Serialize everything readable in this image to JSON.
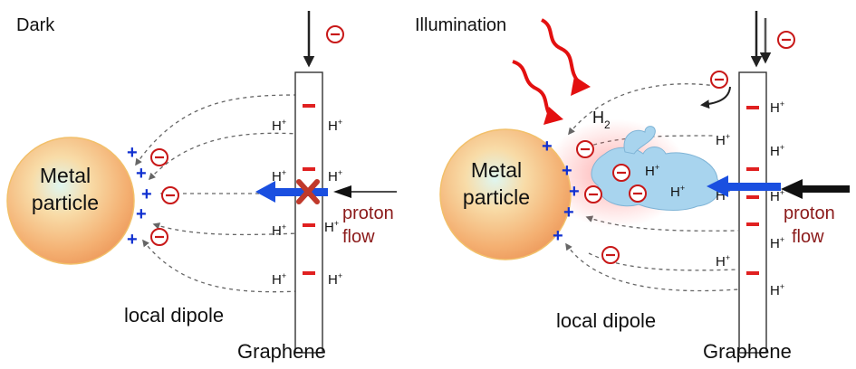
{
  "panels": [
    {
      "condition_label": "Dark",
      "particle_line1": "Metal",
      "particle_line2": "particle",
      "dipole_label": "local dipole",
      "graphene_label": "Graphene",
      "proton_label_line1": "proton",
      "proton_label_line2": "flow"
    },
    {
      "condition_label": "Illumination",
      "particle_line1": "Metal",
      "particle_line2": "particle",
      "dipole_label": "local dipole",
      "graphene_label": "Graphene",
      "proton_label_line1": "proton",
      "proton_label_line2": "flow",
      "h2_label": "H",
      "h2_sub": "2"
    }
  ],
  "proton_symbol": "H",
  "proton_charge": "+",
  "positive_sign": "+",
  "colors": {
    "proton_arrow": "#1a4fe0",
    "negative_charge": "#e02020",
    "positive_charge": "#1030d0",
    "light_arrow": "#e31010",
    "proton_cloud": "#a8d4ee",
    "block_mark": "#c0392b"
  }
}
